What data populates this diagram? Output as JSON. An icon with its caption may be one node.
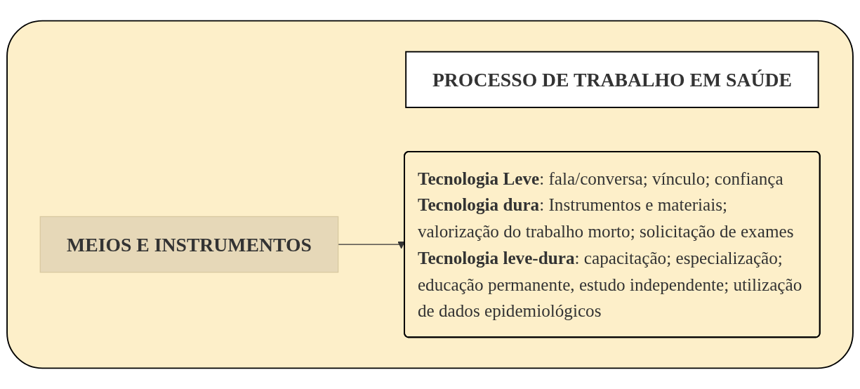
{
  "diagram": {
    "nodes": [
      {
        "text": [],
        "shape": "box"
      },
      {
        "text": [
          "PROCESSO DE TRABALHO EM SAÚDE"
        ],
        "in": 0
      },
      {
        "text": [
          "MEIOS E INSTRUMENTOS"
        ],
        "in": 0
      },
      {
        "text": [
          "**Tecnologia Leve**: fala/conversa; vínculo; confiança",
          "**Tecnologia dura**: Instrumentos e materiais; valorização do trabalho morto; solicitação de exames",
          "**Tecnologia leve-dura**: capacitação; especialização; educação permanente, estudo independente; utilização de dados epidemiológicos"
        ],
        "in": 0
      }
    ],
    "edges": [
      {
        "from": 2,
        "to": 3,
        "arrow": "to"
      }
    ]
  }
}
